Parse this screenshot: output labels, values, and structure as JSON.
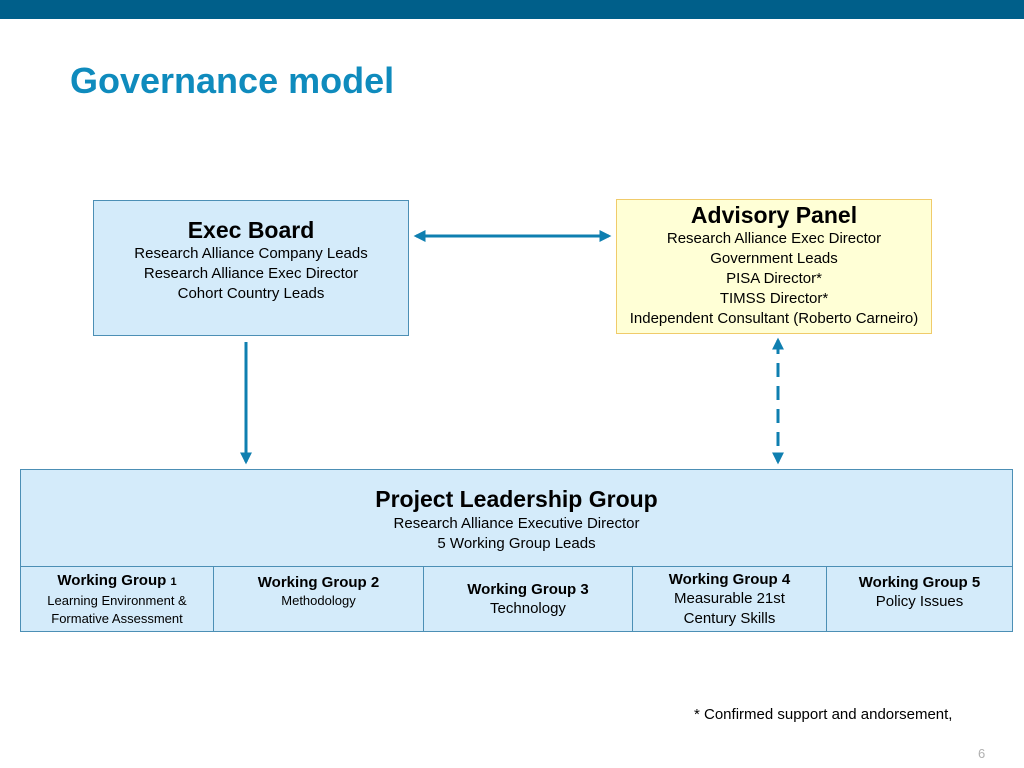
{
  "slide": {
    "title": "Governance model",
    "page_number": "6",
    "footnote": "* Confirmed support and andorsement,"
  },
  "exec_board": {
    "heading": "Exec Board",
    "lines": [
      "Research Alliance Company Leads",
      "Research Alliance Exec Director",
      "Cohort Country Leads"
    ]
  },
  "advisory_panel": {
    "heading": "Advisory Panel",
    "lines": [
      "Research Alliance Exec Director",
      "Government Leads",
      "PISA Director*",
      "TIMSS Director*",
      "Independent Consultant (Roberto Carneiro)"
    ]
  },
  "project_leadership_group": {
    "heading": "Project Leadership Group",
    "lines": [
      "Research Alliance Executive Director",
      "5 Working Group Leads"
    ]
  },
  "working_groups": [
    {
      "name": "Working Group",
      "num": "1",
      "desc": [
        "Learning Environment &",
        "Formative Assessment"
      ]
    },
    {
      "name": "Working Group 2",
      "desc": [
        "Methodology"
      ]
    },
    {
      "name": "Working Group 3",
      "desc": [
        "Technology"
      ]
    },
    {
      "name": "Working Group 4",
      "desc": [
        "Measurable 21st",
        "Century Skills"
      ]
    },
    {
      "name": "Working Group 5",
      "desc": [
        "Policy Issues"
      ]
    }
  ],
  "colors": {
    "top_bar": "#005f8a",
    "title": "#0f8bbd",
    "box_fill_blue": "#d4ebfa",
    "box_fill_yellow": "#ffffd6",
    "arrow": "#0f7fb0"
  }
}
